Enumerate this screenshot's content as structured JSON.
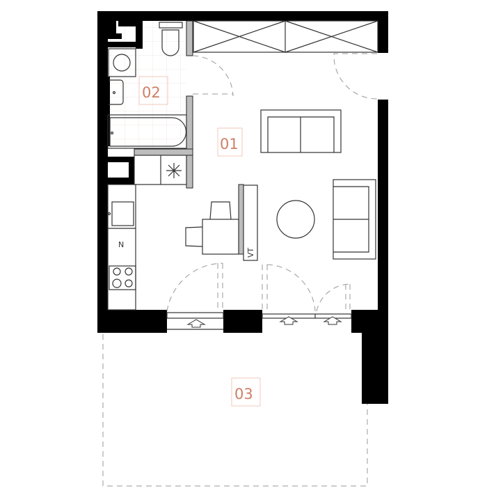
{
  "rooms": [
    {
      "id": "01",
      "label": "01"
    },
    {
      "id": "02",
      "label": "02"
    },
    {
      "id": "03",
      "label": "03"
    }
  ],
  "furniture": {
    "tv_label": "VT",
    "fridge_label": "N"
  },
  "colors": {
    "wall": "#000000",
    "partition": "#bdbdbd",
    "room_label": "#cf7f66",
    "tile_grid": "#f1ebe6"
  }
}
